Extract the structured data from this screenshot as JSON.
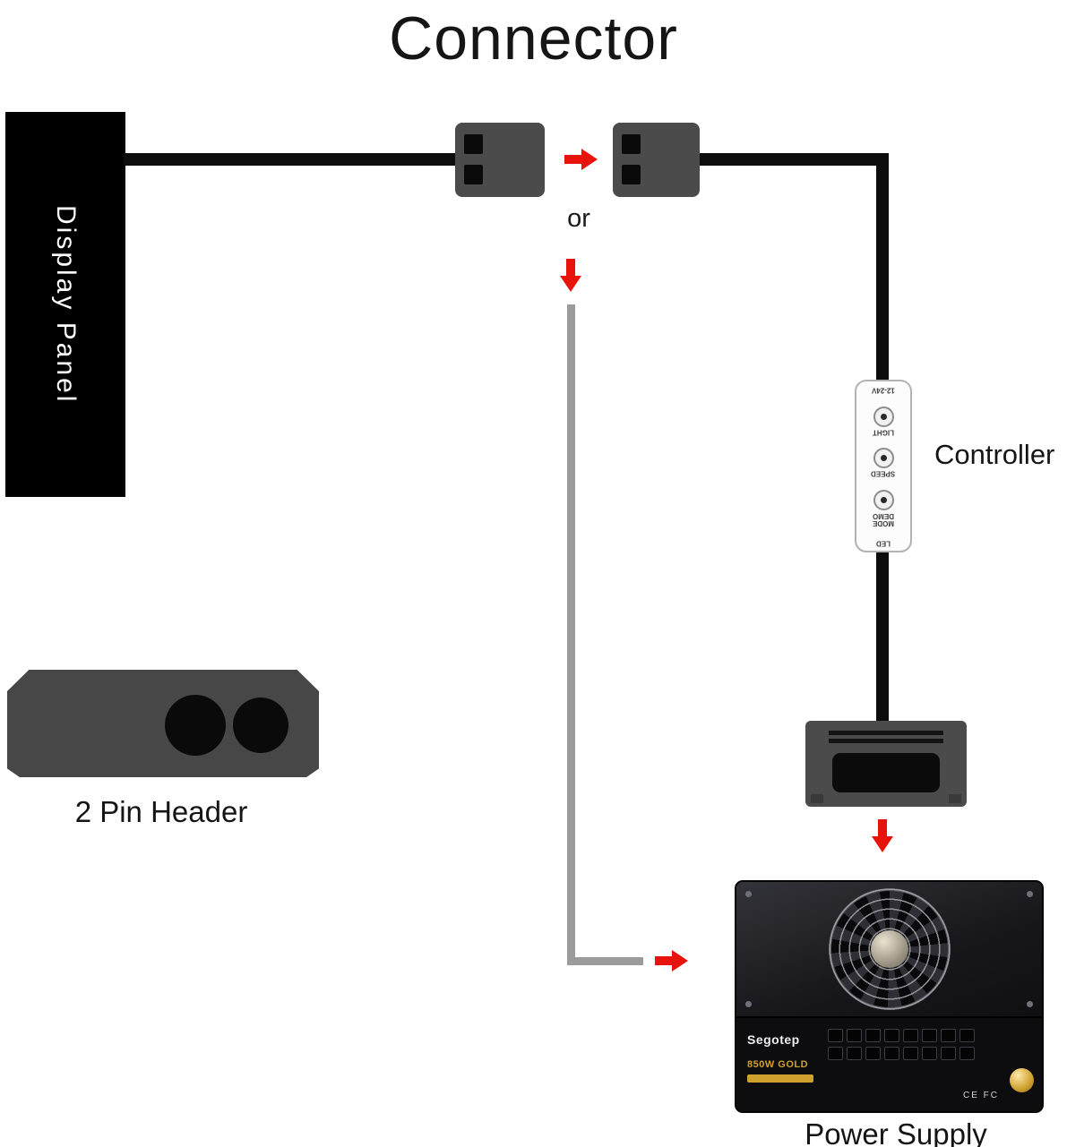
{
  "header": {
    "title": "Connector"
  },
  "display_panel": {
    "label": "Display Panel"
  },
  "junction": {
    "or_label": "or"
  },
  "controller": {
    "label": "Controller",
    "voltage": "12-24V",
    "btn_light": "LIGHT",
    "btn_speed": "SPEED",
    "btn_mode_line1": "MODE",
    "btn_mode_line2": "DEMO",
    "led": "LED"
  },
  "pin_header": {
    "label": "2 Pin Header"
  },
  "power_supply": {
    "label": "Power Supply",
    "brand": "Segotep",
    "model": "850W GOLD",
    "certs": "CE FC"
  },
  "colors": {
    "arrow_red": "#e8140b",
    "connector_gray": "#4b4b4b",
    "cable_black": "#0c0c0c",
    "line_gray": "#9b9b9b",
    "gold": "#cfa02e"
  }
}
